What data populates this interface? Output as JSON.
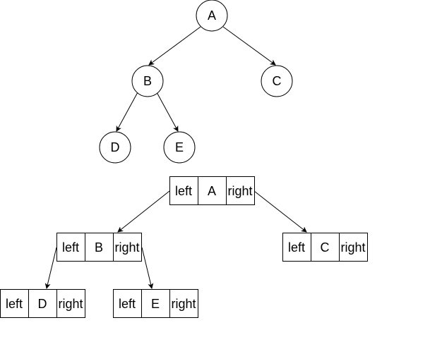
{
  "tree": {
    "nodes": {
      "a": "A",
      "b": "B",
      "c": "C",
      "d": "D",
      "e": "E"
    }
  },
  "linked_structure": {
    "nodes": {
      "a": {
        "left": "left",
        "value": "A",
        "right": "right"
      },
      "b": {
        "left": "left",
        "value": "B",
        "right": "right"
      },
      "c": {
        "left": "left",
        "value": "C",
        "right": "right"
      },
      "d": {
        "left": "left",
        "value": "D",
        "right": "right"
      },
      "e": {
        "left": "left",
        "value": "E",
        "right": "right"
      }
    }
  }
}
